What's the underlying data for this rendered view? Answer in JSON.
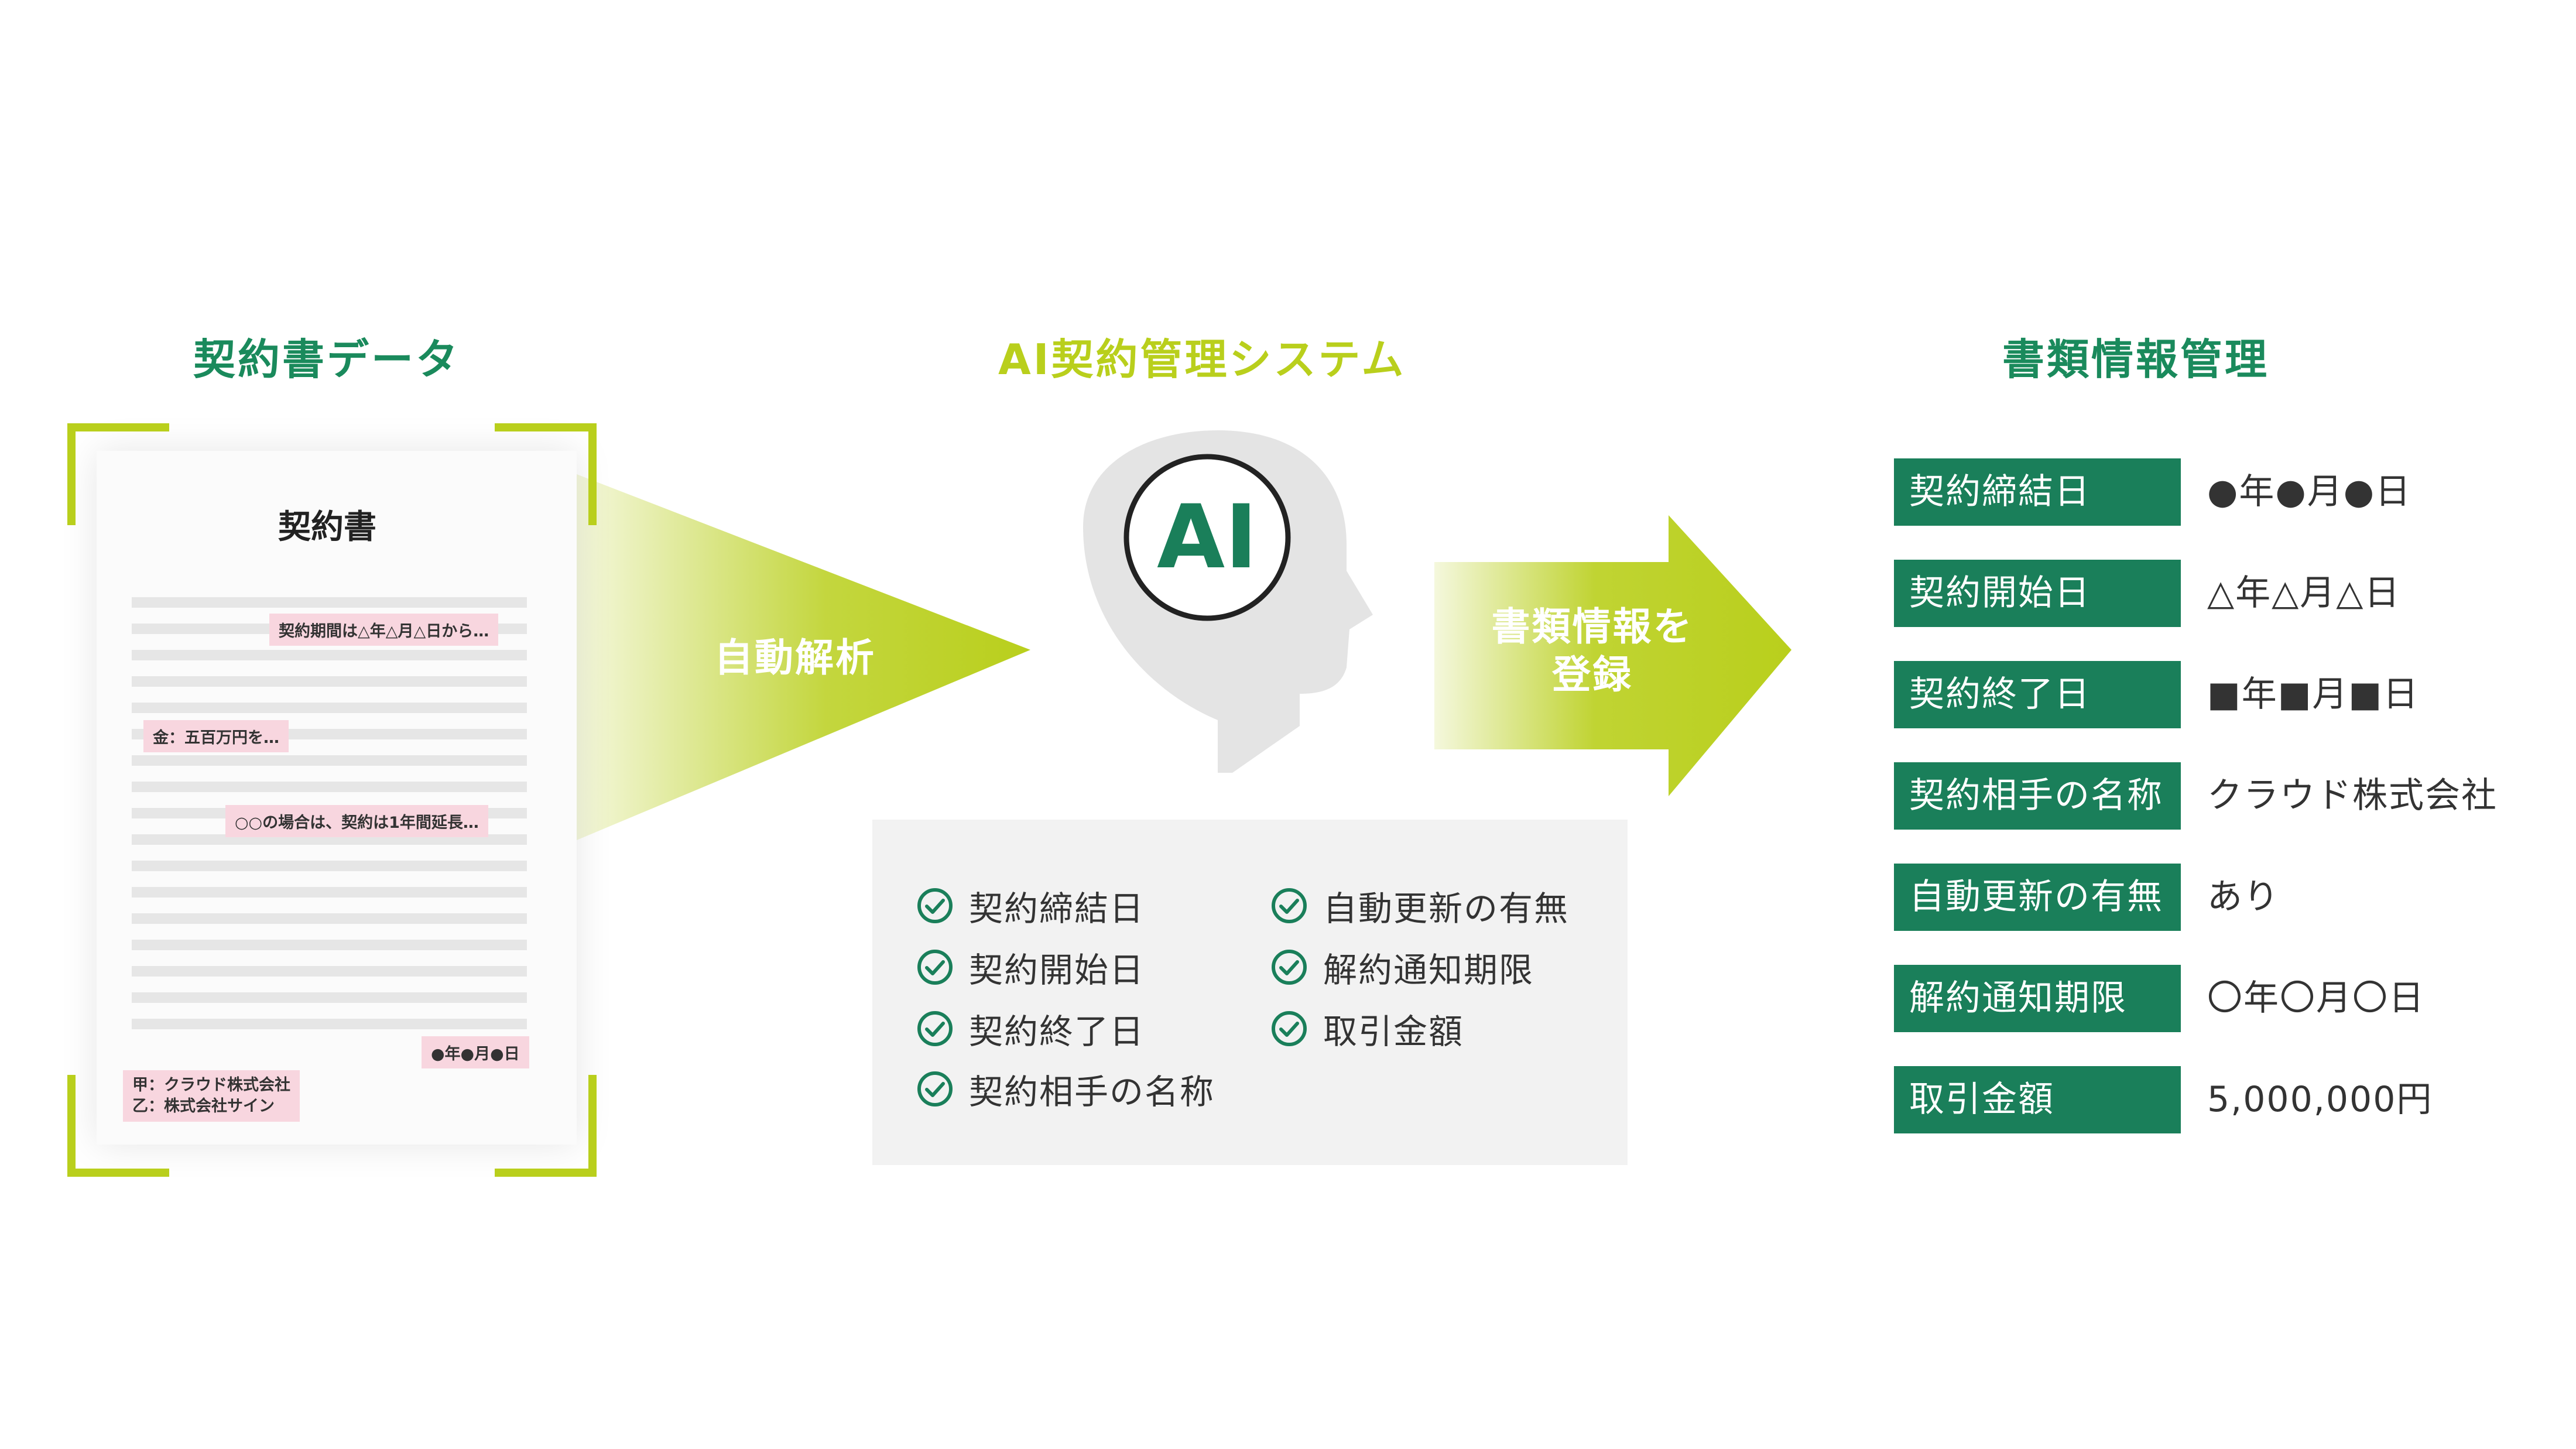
{
  "headings": {
    "contract_data": "契約書データ",
    "ai_system": "AI契約管理システム",
    "document_management": "書類情報管理"
  },
  "document": {
    "title": "契約書",
    "highlights": [
      "契約期間は△年△月△日から…",
      "金：五百万円を…",
      "○○の場合は、契約は1年間延長…",
      "●年●月●日"
    ],
    "signature_lines": [
      "甲：クラウド株式会社",
      "乙：株式会社サイン"
    ]
  },
  "flow": {
    "analysis_label": "自動解析",
    "register_label_line1": "書類情報を",
    "register_label_line2": "登録"
  },
  "ai_badge": "AI",
  "checklist": [
    "契約締結日",
    "契約開始日",
    "契約終了日",
    "契約相手の名称",
    "自動更新の有無",
    "解約通知期限",
    "取引金額"
  ],
  "info_table": [
    {
      "label": "契約締結日",
      "value": "●年●月●日"
    },
    {
      "label": "契約開始日",
      "value": "△年△月△日"
    },
    {
      "label": "契約終了日",
      "value": "■年■月■日"
    },
    {
      "label": "契約相手の名称",
      "value": "クラウド株式会社"
    },
    {
      "label": "自動更新の有無",
      "value": "あり"
    },
    {
      "label": "解約通知期限",
      "value": "〇年〇月〇日"
    },
    {
      "label": "取引金額",
      "value": "5,000,000円"
    }
  ],
  "colors": {
    "brand_green": "#1a7f5a",
    "heading_green": "#1a8a5c",
    "lime": "#b9cf1c",
    "highlight_pink": "#f8d6df",
    "panel_gray": "#f2f2f2",
    "head_gray": "#e4e4e4"
  },
  "icons": [
    "check-circle-icon",
    "ai-head-icon",
    "scan-bracket-icon"
  ]
}
